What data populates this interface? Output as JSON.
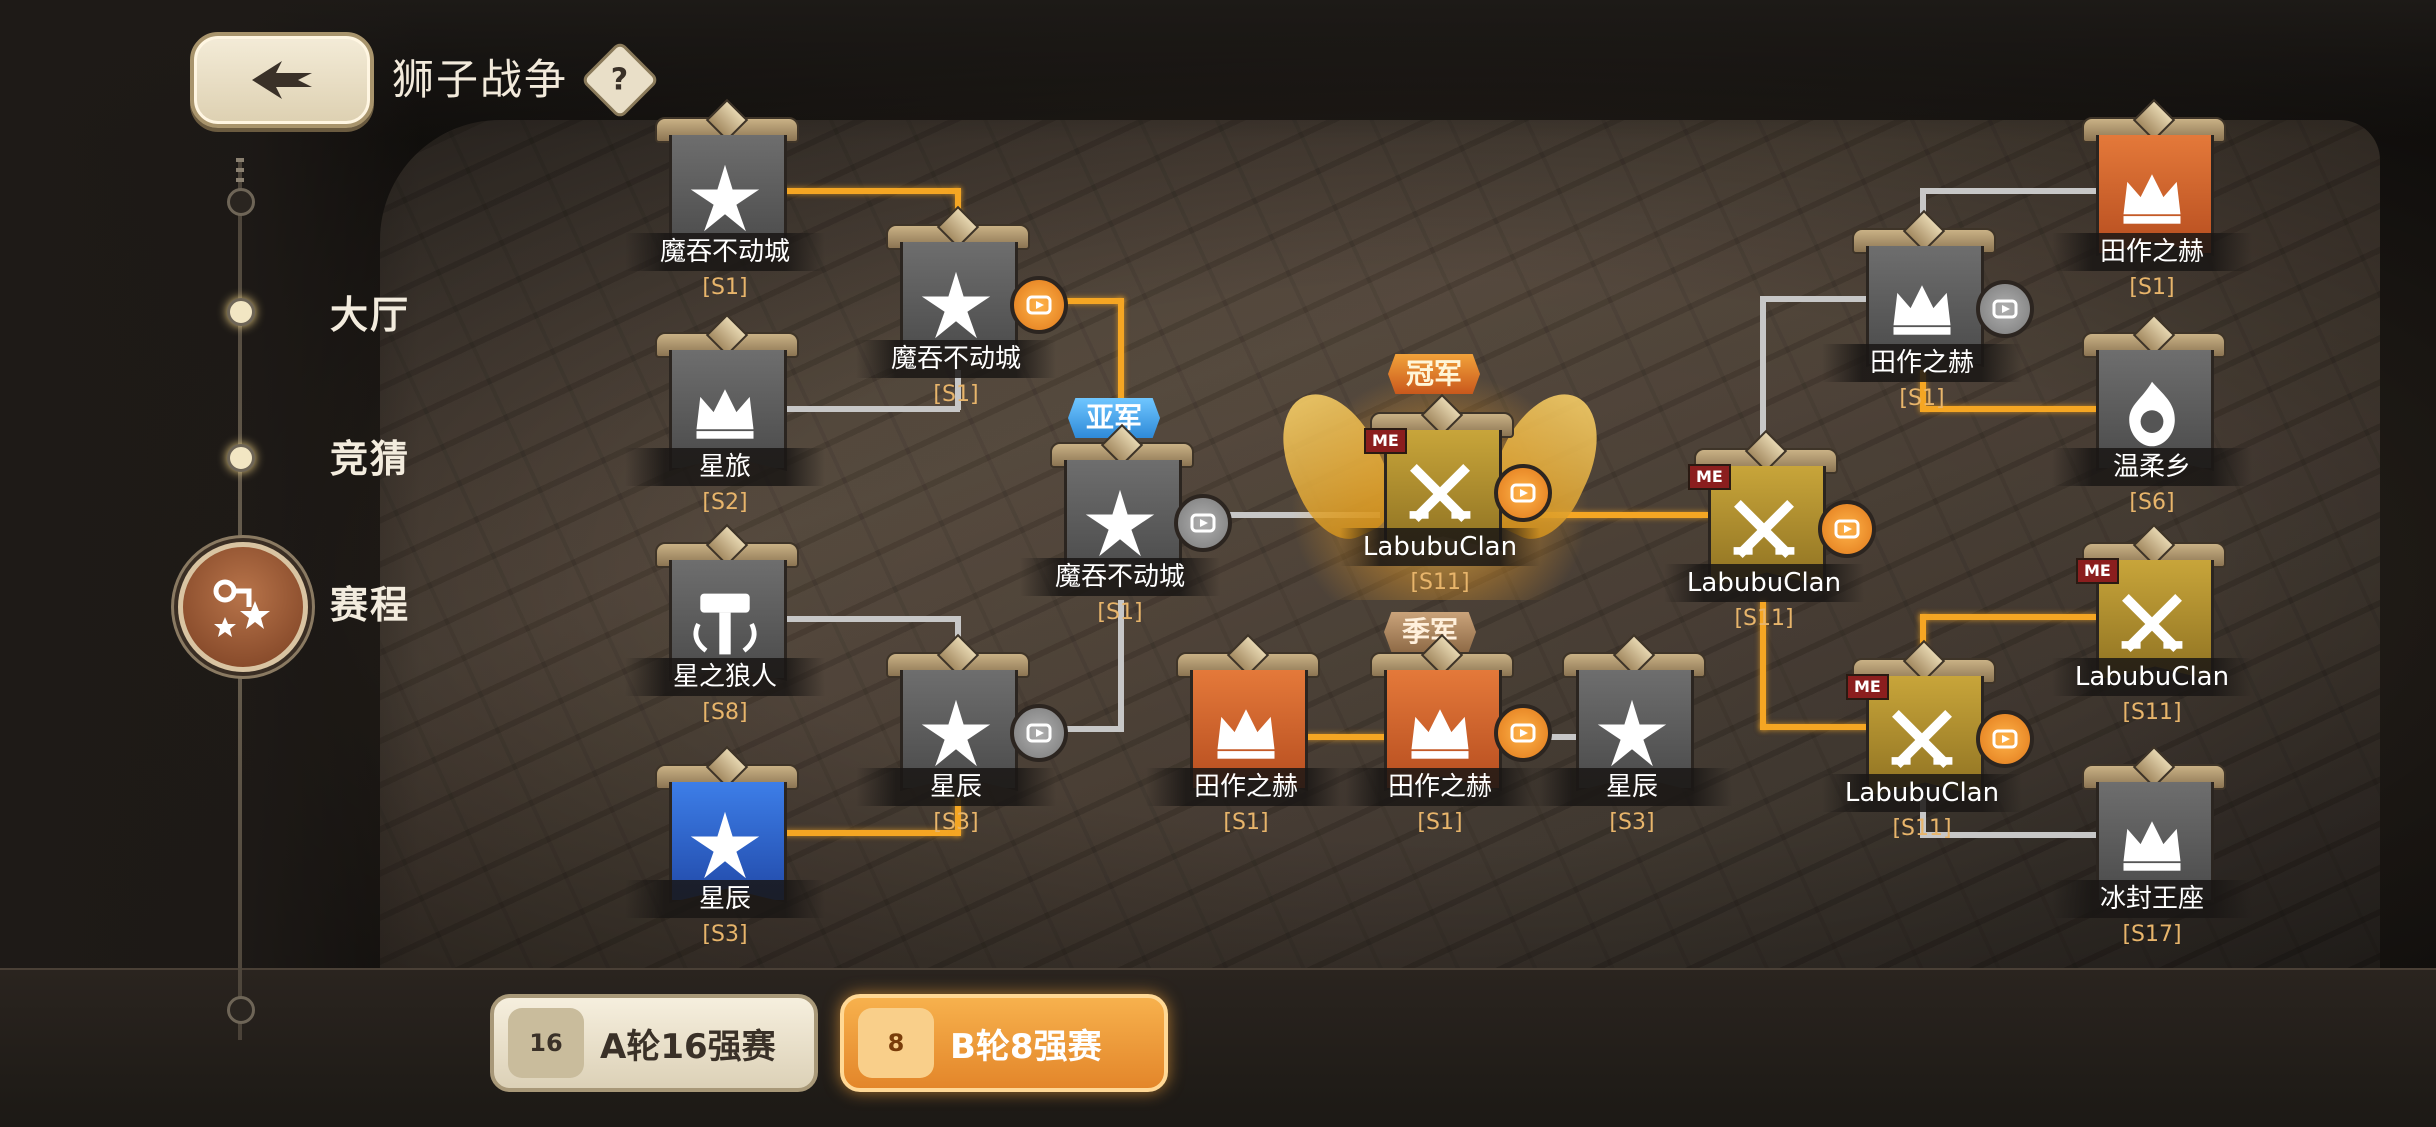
{
  "header": {
    "title": "狮子战争",
    "help_label": "?"
  },
  "nav": {
    "items": [
      {
        "label": "大厅"
      },
      {
        "label": "竞猜"
      },
      {
        "label": "赛程"
      }
    ]
  },
  "rounds": {
    "a_label": "A轮16强赛",
    "a_badge": "16",
    "b_label": "B轮8强赛",
    "b_badge": "8"
  },
  "tags": {
    "silver": "亚军",
    "gold": "冠军",
    "bronze": "季军"
  },
  "teams": {
    "l1": {
      "name": "魔吞不动城",
      "season": "[S1]"
    },
    "l2": {
      "name": "星旅",
      "season": "[S2]"
    },
    "l3": {
      "name": "星之狼人",
      "season": "[S8]"
    },
    "l4": {
      "name": "星辰",
      "season": "[S3]"
    },
    "lq1": {
      "name": "魔吞不动城",
      "season": "[S1]"
    },
    "lq2": {
      "name": "星辰",
      "season": "[S3]"
    },
    "ls": {
      "name": "魔吞不动城",
      "season": "[S1]"
    },
    "champ": {
      "name": "LabubuClan",
      "season": "[S11]",
      "me": "ME"
    },
    "b1": {
      "name": "田作之赫",
      "season": "[S1]"
    },
    "b2": {
      "name": "田作之赫",
      "season": "[S1]"
    },
    "b3": {
      "name": "星辰",
      "season": "[S3]"
    },
    "rs": {
      "name": "LabubuClan",
      "season": "[S11]",
      "me": "ME"
    },
    "rq1": {
      "name": "田作之赫",
      "season": "[S1]"
    },
    "rq2": {
      "name": "LabubuClan",
      "season": "[S11]",
      "me": "ME"
    },
    "r1": {
      "name": "田作之赫",
      "season": "[S1]"
    },
    "r2": {
      "name": "温柔乡",
      "season": "[S6]"
    },
    "r3": {
      "name": "LabubuClan",
      "season": "[S11]",
      "me": "ME"
    },
    "r4": {
      "name": "冰封王座",
      "season": "[S17]"
    }
  },
  "colors": {
    "accent_orange": "#f5a623",
    "line_gray": "#c7c7c7",
    "season_text": "#e8b56b"
  }
}
